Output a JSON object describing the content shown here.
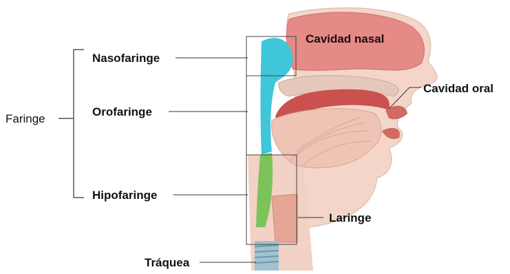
{
  "labels": {
    "faringe": "Faringe",
    "nasofaringe": "Nasofaringe",
    "orofaringe": "Orofaringe",
    "hipofaringe": "Hipofaringe",
    "cavidad_nasal": "Cavidad nasal",
    "cavidad_oral": "Cavidad oral",
    "laringe": "Laringe",
    "traquea": "Tráquea"
  },
  "colors": {
    "skin": "#f3d6c8",
    "nasal_cavity": "#e58a86",
    "mucosa_red": "#c9524f",
    "pharynx_cyan": "#3fc6d8",
    "hypopharynx_green": "#7cc45a",
    "larynx_pink": "#e7a596",
    "trachea": "#9fc3d0",
    "line": "#333333"
  }
}
